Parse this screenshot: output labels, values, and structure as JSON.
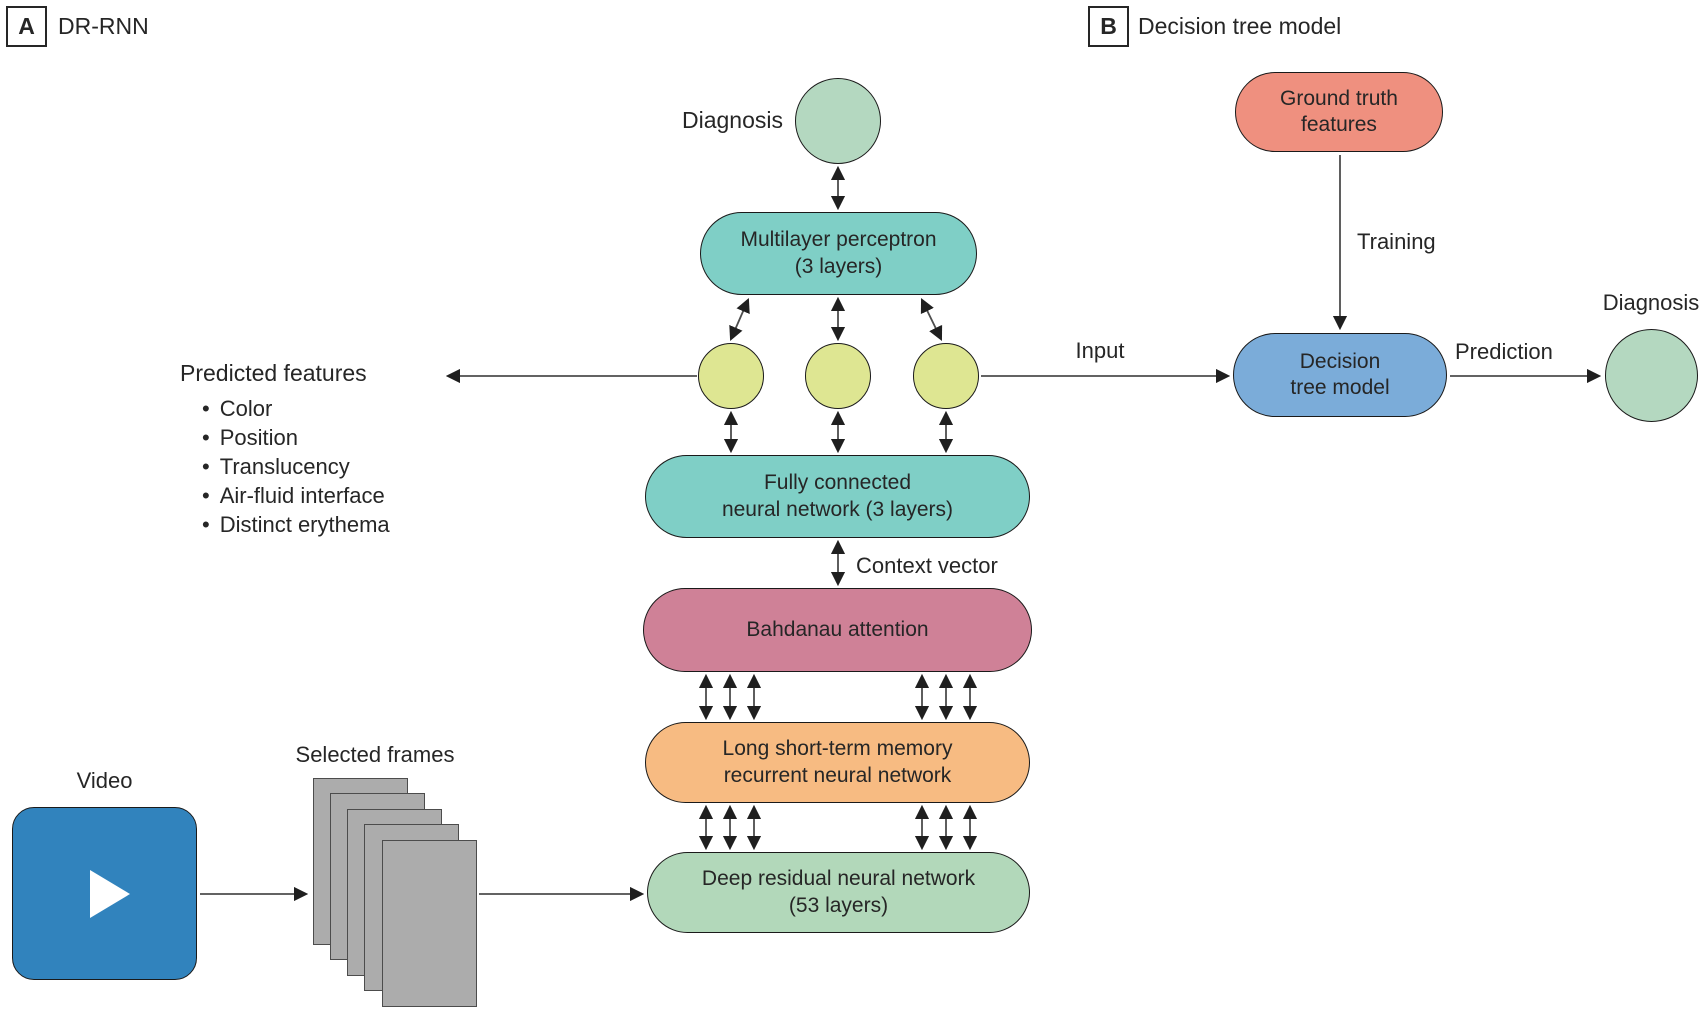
{
  "panel_a": {
    "tag": "A",
    "title": "DR-RNN",
    "diagnosis_label": "Diagnosis",
    "mlp": {
      "line1": "Multilayer perceptron",
      "line2": "(3 layers)"
    },
    "predicted_features": {
      "title": "Predicted features",
      "items": [
        "Color",
        "Position",
        "Translucency",
        "Air-fluid interface",
        "Distinct erythema"
      ]
    },
    "fcnn": {
      "line1": "Fully connected",
      "line2": "neural network (3 layers)"
    },
    "context_vector_label": "Context vector",
    "attention_label": "Bahdanau attention",
    "lstm": {
      "line1": "Long short-term memory",
      "line2": "recurrent neural network"
    },
    "resnet": {
      "line1": "Deep residual neural network",
      "line2": "(53 layers)"
    },
    "video_label": "Video",
    "frames_label": "Selected frames"
  },
  "panel_b": {
    "tag": "B",
    "title": "Decision tree model",
    "ground_truth": {
      "line1": "Ground truth",
      "line2": "features"
    },
    "training_label": "Training",
    "input_label": "Input",
    "decision_tree": {
      "line1": "Decision",
      "line2": "tree model"
    },
    "prediction_label": "Prediction",
    "diagnosis_label": "Diagnosis"
  },
  "colors": {
    "teal_pill": "#7fcfc6",
    "green_node": "#b4d8c0",
    "yellow_node": "#dee692",
    "rose_pill": "#cf8197",
    "orange_pill": "#f7bb82",
    "green_pill": "#b2d8ba",
    "salmon_pill": "#ef907f",
    "blue_pill": "#7bacd9",
    "video_blue": "#3183bd",
    "frame_gray": "#acacac",
    "line": "#4d4d4d",
    "text": "#262626"
  }
}
